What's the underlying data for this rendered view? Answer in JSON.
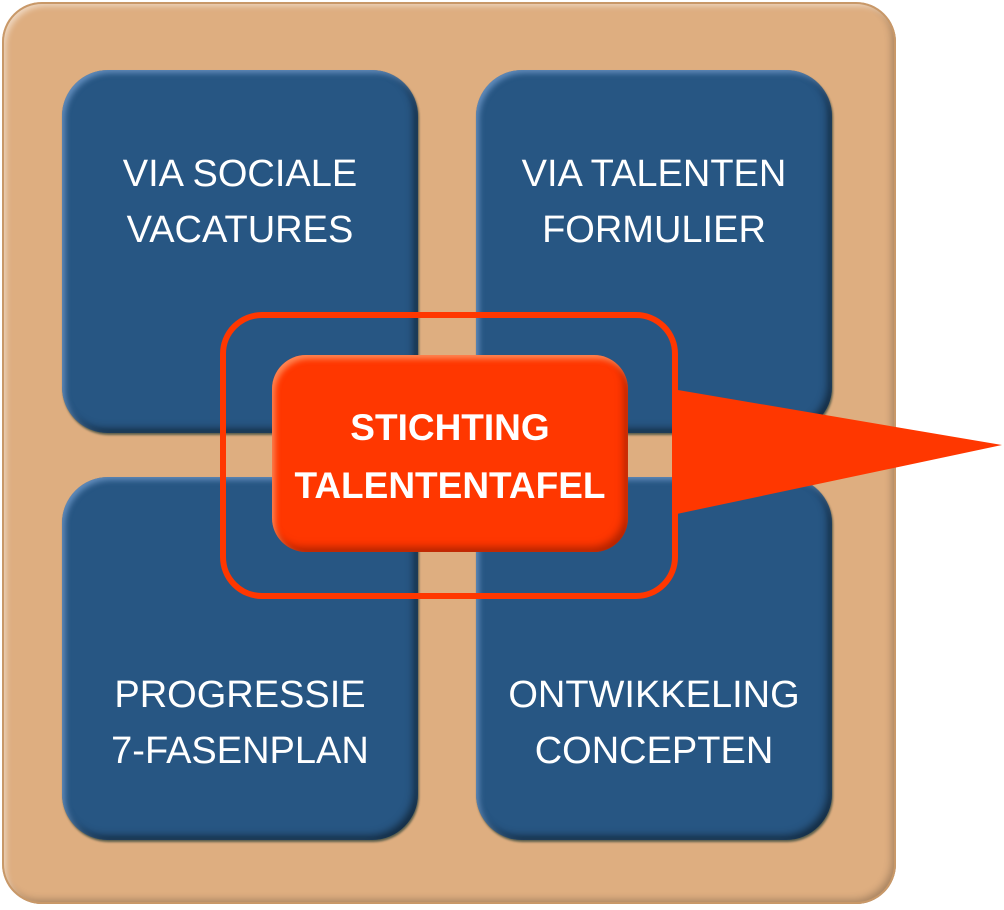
{
  "colors": {
    "base": "#deae80",
    "tile": "#275683",
    "accent": "#ff3700",
    "text": "#ffffff"
  },
  "tiles": [
    {
      "line1": "VIA SOCIALE",
      "line2": "VACATURES"
    },
    {
      "line1": "VIA TALENTEN",
      "line2": "FORMULIER"
    },
    {
      "line1": "PROGRESSIE",
      "line2": "7-FASENPLAN"
    },
    {
      "line1": "ONTWIKKELING",
      "line2": "CONCEPTEN"
    }
  ],
  "center": {
    "line1": "STICHTING",
    "line2": "TALENTENTAFEL"
  }
}
